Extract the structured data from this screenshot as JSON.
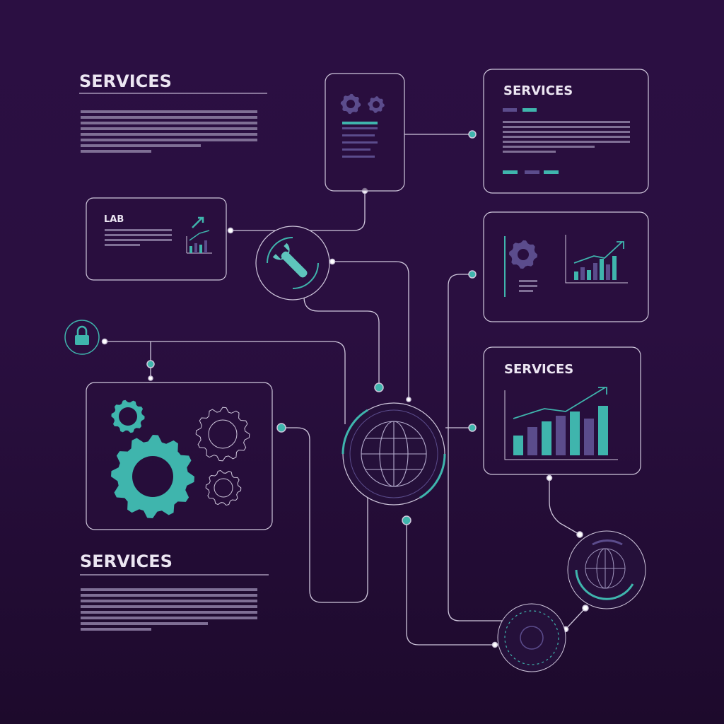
{
  "headings": {
    "top_left": "SERVICES",
    "top_right_card": "SERVICES",
    "right_chart_card": "SERVICES",
    "bottom_left": "SERVICES",
    "lab_card": "LAB"
  },
  "colors": {
    "teal": "#3fb5ad",
    "purple": "#5b4c8c",
    "line": "#cfc7dc",
    "background": "#2a0f40"
  }
}
